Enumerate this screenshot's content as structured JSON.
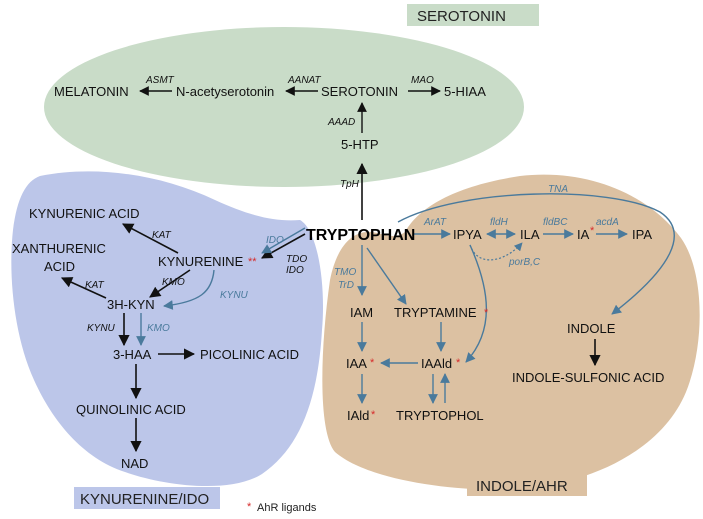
{
  "colors": {
    "serotonin_region": "#c9dcc8",
    "kynurenine_region": "#bcc6e9",
    "indole_region": "#dcc1a2",
    "label_box_serotonin": "#c9dcc8",
    "label_box_kynurenine": "#bcc6e9",
    "label_box_indole": "#dcc1a2",
    "black_arrow": "#111111",
    "blue_arrow": "#4a7a9c",
    "star": "#d62a2a"
  },
  "regions": {
    "serotonin": "SEROTONIN",
    "kynurenine": "KYNURENINE/IDO",
    "indole": "INDOLE/AHR"
  },
  "nodes": {
    "tryptophan": "TRYPTOPHAN",
    "melatonin": "MELATONIN",
    "n_acetylserotonin": "N-acetyserotonin",
    "serotonin": "SEROTONIN",
    "hiaa": "5-HIAA",
    "htp": "5-HTP",
    "kynurenic_acid": "KYNURENIC ACID",
    "xanthurenic_acid_1": "XANTHURENIC",
    "xanthurenic_acid_2": "ACID",
    "kynurenine": "KYNURENINE",
    "three_h_kyn": "3H-KYN",
    "three_haa": "3-HAA",
    "picolinic_acid": "PICOLINIC ACID",
    "quinolinic_acid": "QUINOLINIC ACID",
    "nad": "NAD",
    "ipya": "IPYA",
    "ila": "ILA",
    "ia": "IA",
    "ipa": "IPA",
    "iam": "IAM",
    "tryptamine": "TRYPTAMINE",
    "iaa": "IAA",
    "iaald": "IAAld",
    "iald": "IAld",
    "tryptophol": "TRYPTOPHOL",
    "indole": "INDOLE",
    "indole_sulfonic_acid": "INDOLE-SULFONIC ACID"
  },
  "enzymes": {
    "asmt": "ASMT",
    "aanat": "AANAT",
    "mao": "MAO",
    "aaad": "AAAD",
    "tph": "TpH",
    "kat_1": "KAT",
    "kat_2": "KAT",
    "kmo_black": "KMO",
    "kynu_black": "KYNU",
    "kmo_blue": "KMO",
    "kynu_blue": "KYNU",
    "ido_blue": "IDO",
    "tdo": "TDO",
    "ido_black": "IDO",
    "tna": "TNA",
    "arat": "ArAT",
    "fldh": "fldH",
    "fldbc": "fldBC",
    "acda": "acdA",
    "porbc": "porB,C",
    "tmo": "TMO",
    "trd": "TrD"
  },
  "stars": {
    "kynurenine": "**",
    "ia": "*",
    "tryptamine": "*",
    "iaa": "*",
    "iaald": "*",
    "iald": "*"
  },
  "legend": {
    "star": "*",
    "text": "AhR ligands"
  }
}
